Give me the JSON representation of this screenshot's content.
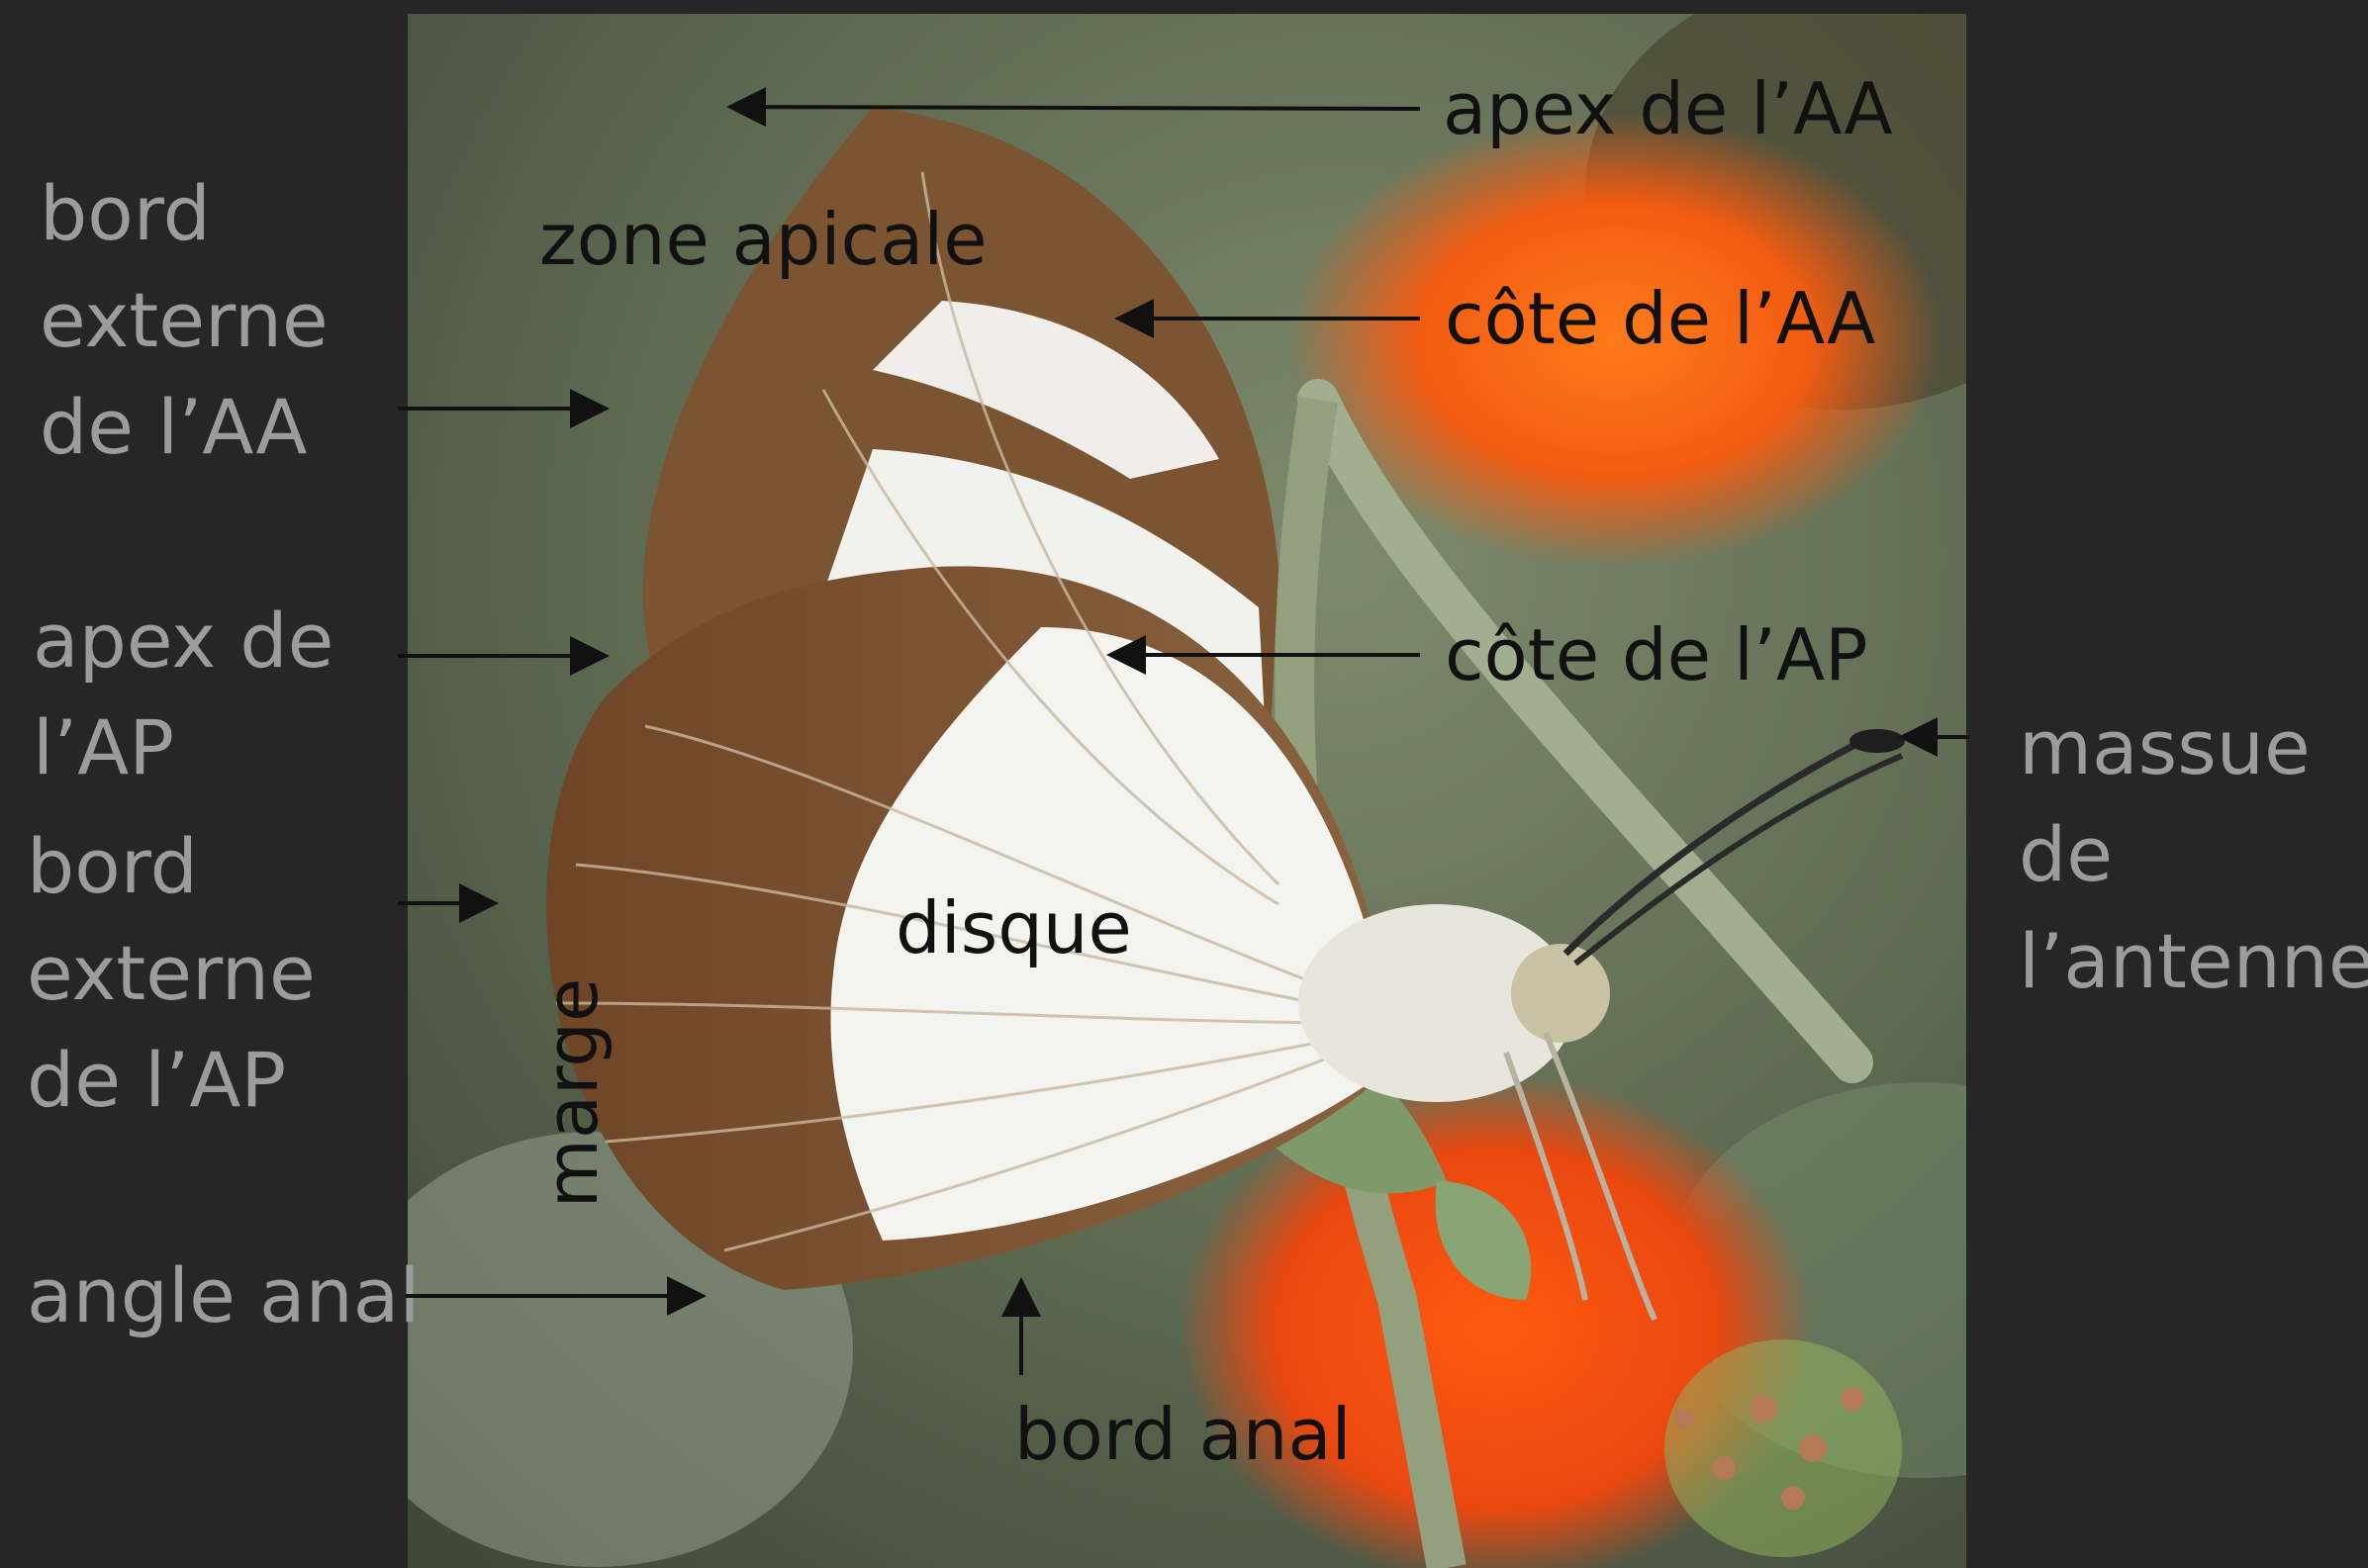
{
  "diagram": {
    "left_labels": {
      "bord_externe_aa": [
        "bord",
        "externe",
        "de l’AA"
      ],
      "apex_ap": [
        "apex de",
        "l’AP"
      ],
      "bord_externe_ap": [
        "bord",
        "externe",
        "de l’AP"
      ],
      "angle_anal": "angle anal"
    },
    "right_labels": {
      "massue_antenne": [
        "massue",
        "de",
        "l’antenne"
      ]
    },
    "photo_labels": {
      "apex_aa": "apex de l’AA",
      "cote_aa": "côte de l’AA",
      "cote_ap": "côte de l’AP",
      "zone_apicale": "zone apicale",
      "disque": "disque",
      "marge": "marge",
      "bord_anal": "bord anal"
    },
    "colors": {
      "background": "#262626",
      "side_text": "#9c9c9c",
      "photo_text": "#111111",
      "arrow": "#111111",
      "wing_brown": "#7a5230",
      "wing_white": "#f2f2ee",
      "flower_orange": "#f26a1b"
    }
  }
}
